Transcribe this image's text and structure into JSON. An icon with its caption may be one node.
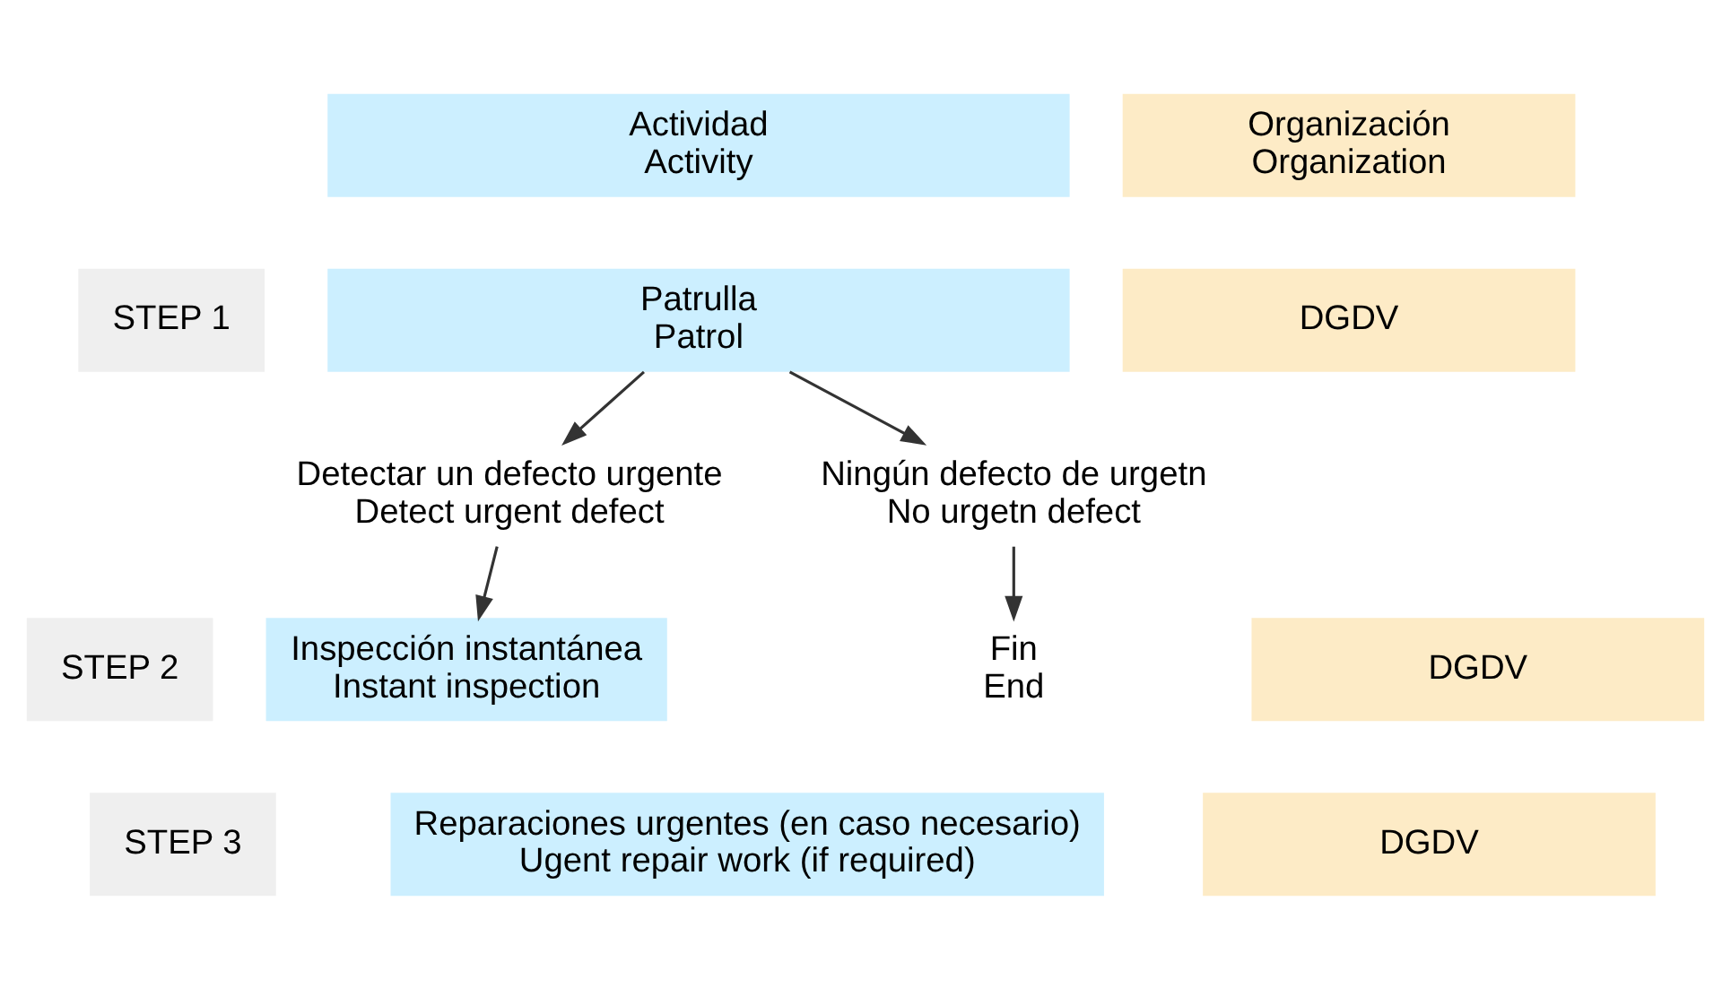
{
  "diagram": {
    "nodes": [
      {
        "text": [
          "Actividad",
          "Activity"
        ]
      },
      {
        "text": [
          "Organización",
          "Organization"
        ]
      },
      {
        "text": [
          "STEP 1"
        ]
      },
      {
        "text": [
          "Patrulla",
          "Patrol"
        ]
      },
      {
        "text": [
          "DGDV"
        ]
      },
      {
        "text": [
          "Detectar un defecto urgente",
          "Detect urgent defect"
        ]
      },
      {
        "text": [
          "Ningún defecto de urgetn",
          "No urgetn defect"
        ]
      },
      {
        "text": [
          "STEP 2"
        ]
      },
      {
        "text": [
          "Inspección instantánea",
          "Instant inspection"
        ]
      },
      {
        "text": [
          "Fin",
          "End"
        ]
      },
      {
        "text": [
          "DGDV"
        ]
      },
      {
        "text": [
          "STEP 3"
        ]
      },
      {
        "text": [
          "Reparaciones urgentes (en caso necesario)",
          "Ugent repair work (if required)"
        ]
      },
      {
        "text": [
          "DGDV"
        ]
      }
    ],
    "edges": [
      {
        "from": 3,
        "to": 5,
        "arrow": "to"
      },
      {
        "from": 3,
        "to": 6,
        "arrow": "to"
      },
      {
        "from": 5,
        "to": 8,
        "arrow": "to"
      },
      {
        "from": 6,
        "to": 9,
        "arrow": "to"
      }
    ]
  }
}
